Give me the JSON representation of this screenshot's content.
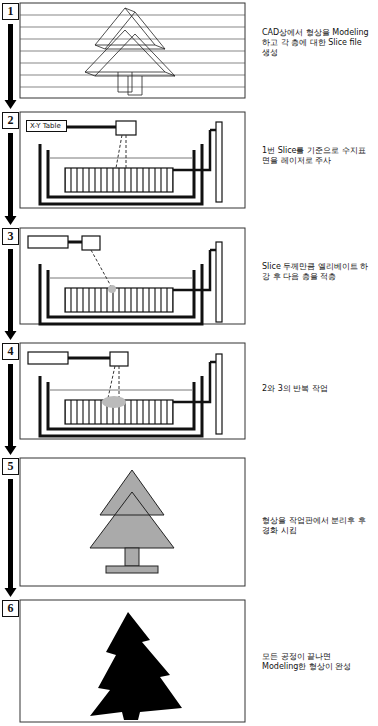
{
  "diagram": {
    "nodes": [
      {
        "text": [
          "1"
        ]
      },
      {
        "text": [
          "2"
        ]
      },
      {
        "text": [
          "3"
        ]
      },
      {
        "text": [
          "4"
        ]
      },
      {
        "text": [
          "5"
        ]
      },
      {
        "text": [
          "6"
        ]
      },
      {
        "text": [
          "X-Y Table"
        ]
      }
    ],
    "edges": [
      {
        "from": 0,
        "to": 1,
        "arrow": "to"
      },
      {
        "from": 1,
        "to": 2,
        "arrow": "to"
      },
      {
        "from": 2,
        "to": 3,
        "arrow": "to"
      },
      {
        "from": 3,
        "to": 4,
        "arrow": "to"
      },
      {
        "from": 4,
        "to": 5,
        "arrow": "to"
      }
    ],
    "labels": [
      "CAD상에서 형상을 Modeling하고 각 층에 대한 Slice file 생성",
      "1번 Slice를 기준으로 수지표면을 레이저로 주사",
      "Slice 두께만큼 엘리베이트 하강 후 다음 층을 적층",
      "2와 3의 반복 작업",
      "형상을 작업판에서 분리후 후경화 시킴",
      "모든 공정이 끝나면 Modeling한 형상이 완성"
    ]
  }
}
